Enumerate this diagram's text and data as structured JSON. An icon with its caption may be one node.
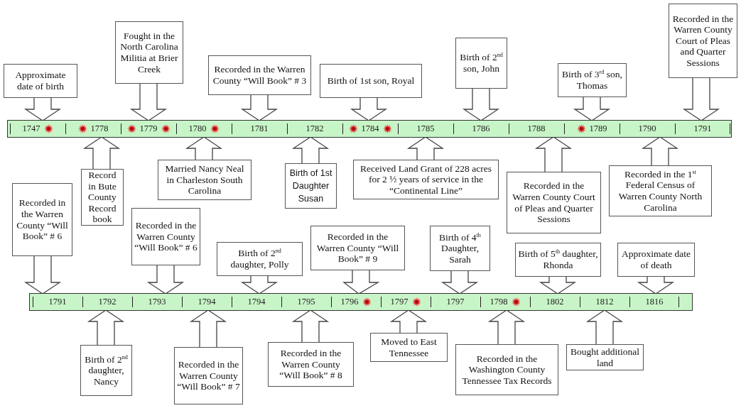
{
  "diagram": {
    "nodes": [
      {
        "text": [],
        "shape": "bar"
      },
      {
        "text": [
          "1747"
        ],
        "in": 0
      },
      {
        "text": [
          "1778"
        ],
        "in": 0
      },
      {
        "text": [
          "1779"
        ],
        "in": 0
      },
      {
        "text": [
          "1780"
        ],
        "in": 0
      },
      {
        "text": [
          "1781"
        ],
        "in": 0
      },
      {
        "text": [
          "1782"
        ],
        "in": 0
      },
      {
        "text": [
          "1784"
        ],
        "in": 0
      },
      {
        "text": [
          "1785"
        ],
        "in": 0
      },
      {
        "text": [
          "1786"
        ],
        "in": 0
      },
      {
        "text": [
          "1788"
        ],
        "in": 0
      },
      {
        "text": [
          "1789"
        ],
        "in": 0
      },
      {
        "text": [
          "1790"
        ],
        "in": 0
      },
      {
        "text": [
          "1791"
        ],
        "in": 0
      },
      {
        "text": [],
        "shape": "bar"
      },
      {
        "text": [
          "1791"
        ],
        "in": 14
      },
      {
        "text": [
          "1792"
        ],
        "in": 14
      },
      {
        "text": [
          "1793"
        ],
        "in": 14
      },
      {
        "text": [
          "1794"
        ],
        "in": 14
      },
      {
        "text": [
          "1794"
        ],
        "in": 14
      },
      {
        "text": [
          "1795"
        ],
        "in": 14
      },
      {
        "text": [
          "1796"
        ],
        "in": 14
      },
      {
        "text": [
          "1797"
        ],
        "in": 14
      },
      {
        "text": [
          "1797"
        ],
        "in": 14
      },
      {
        "text": [
          "1798"
        ],
        "in": 14
      },
      {
        "text": [
          "1802"
        ],
        "in": 14
      },
      {
        "text": [
          "1812"
        ],
        "in": 14
      },
      {
        "text": [
          "1816"
        ],
        "in": 14
      },
      {
        "text": [
          "Approximate date of birth"
        ]
      },
      {
        "text": [
          "Fought in the North Carolina Militia at Brier Creek"
        ]
      },
      {
        "text": [
          "Recorded in the Warren County “Will Book” # 3"
        ]
      },
      {
        "text": [
          "Birth of 1st son, Royal"
        ]
      },
      {
        "text": [
          "Birth of 2$^{nd}$ son, John"
        ]
      },
      {
        "text": [
          "Birth of 3$^{rd}$ son, Thomas"
        ]
      },
      {
        "text": [
          "Recorded in the Warren County Court of Pleas and Quarter Sessions"
        ]
      },
      {
        "text": [
          "Record in Bute County Record book"
        ]
      },
      {
        "text": [
          "Married Nancy Neal in Charleston South Carolina"
        ]
      },
      {
        "text": [
          "Birth of 1st Daughter Susan"
        ]
      },
      {
        "text": [
          "Received Land Grant of 228 acres for 2 ½ years of service in the “Continental Line”"
        ]
      },
      {
        "text": [
          "Recorded in the Warren County Court of Pleas and Quarter Sessions"
        ]
      },
      {
        "text": [
          "Recorded in the 1$^{st}$ Federal Census of Warren County North Carolina"
        ]
      },
      {
        "text": [
          "Recorded in the Warren County “Will Book” # 6"
        ]
      },
      {
        "text": [
          "Recorded in the Warren County “Will Book” # 6"
        ]
      },
      {
        "text": [
          "Birth of 2$^{nd}$ daughter, Polly"
        ]
      },
      {
        "text": [
          "Recorded in the Warren County “Will Book” # 9"
        ]
      },
      {
        "text": [
          "Birth of 4$^{th}$ Daughter, Sarah"
        ]
      },
      {
        "text": [
          "Birth of 5$^{th}$ daughter, Rhonda"
        ]
      },
      {
        "text": [
          "Approximate date of death"
        ]
      },
      {
        "text": [
          "Birth of 2$^{nd}$ daughter, Nancy"
        ]
      },
      {
        "text": [
          "Recorded in the Warren County “Will Book” # 7"
        ]
      },
      {
        "text": [
          "Recorded in the Warren County “Will Book” # 8"
        ]
      },
      {
        "text": [
          "Moved to East Tennessee"
        ]
      },
      {
        "text": [
          "Recorded in the Washington County Tennessee Tax Records"
        ]
      },
      {
        "text": [
          "Bought additional land"
        ]
      }
    ],
    "edges": [
      {
        "from": 28,
        "to": 1,
        "arrow": "to"
      },
      {
        "from": 29,
        "to": 3,
        "arrow": "to"
      },
      {
        "from": 30,
        "to": 4,
        "arrow": "to"
      },
      {
        "from": 31,
        "to": 7,
        "arrow": "to"
      },
      {
        "from": 32,
        "to": 9,
        "arrow": "to"
      },
      {
        "from": 33,
        "to": 11,
        "arrow": "to"
      },
      {
        "from": 34,
        "to": 13,
        "arrow": "to"
      },
      {
        "from": 35,
        "to": 2,
        "arrow": "to"
      },
      {
        "from": 36,
        "to": 4,
        "arrow": "to"
      },
      {
        "from": 37,
        "to": 6,
        "arrow": "to"
      },
      {
        "from": 38,
        "to": 8,
        "arrow": "to"
      },
      {
        "from": 39,
        "to": 10,
        "arrow": "to"
      },
      {
        "from": 40,
        "to": 12,
        "arrow": "to"
      },
      {
        "from": 41,
        "to": 15,
        "arrow": "to"
      },
      {
        "from": 42,
        "to": 17,
        "arrow": "to"
      },
      {
        "from": 43,
        "to": 19,
        "arrow": "to"
      },
      {
        "from": 44,
        "to": 21,
        "arrow": "to"
      },
      {
        "from": 45,
        "to": 23,
        "arrow": "to"
      },
      {
        "from": 46,
        "to": 25,
        "arrow": "to"
      },
      {
        "from": 47,
        "to": 27,
        "arrow": "to"
      },
      {
        "from": 48,
        "to": 16,
        "arrow": "to"
      },
      {
        "from": 49,
        "to": 18,
        "arrow": "to"
      },
      {
        "from": 50,
        "to": 20,
        "arrow": "to"
      },
      {
        "from": 51,
        "to": 22,
        "arrow": "to"
      },
      {
        "from": 52,
        "to": 24,
        "arrow": "to"
      },
      {
        "from": 53,
        "to": 26,
        "arrow": "to"
      }
    ]
  }
}
